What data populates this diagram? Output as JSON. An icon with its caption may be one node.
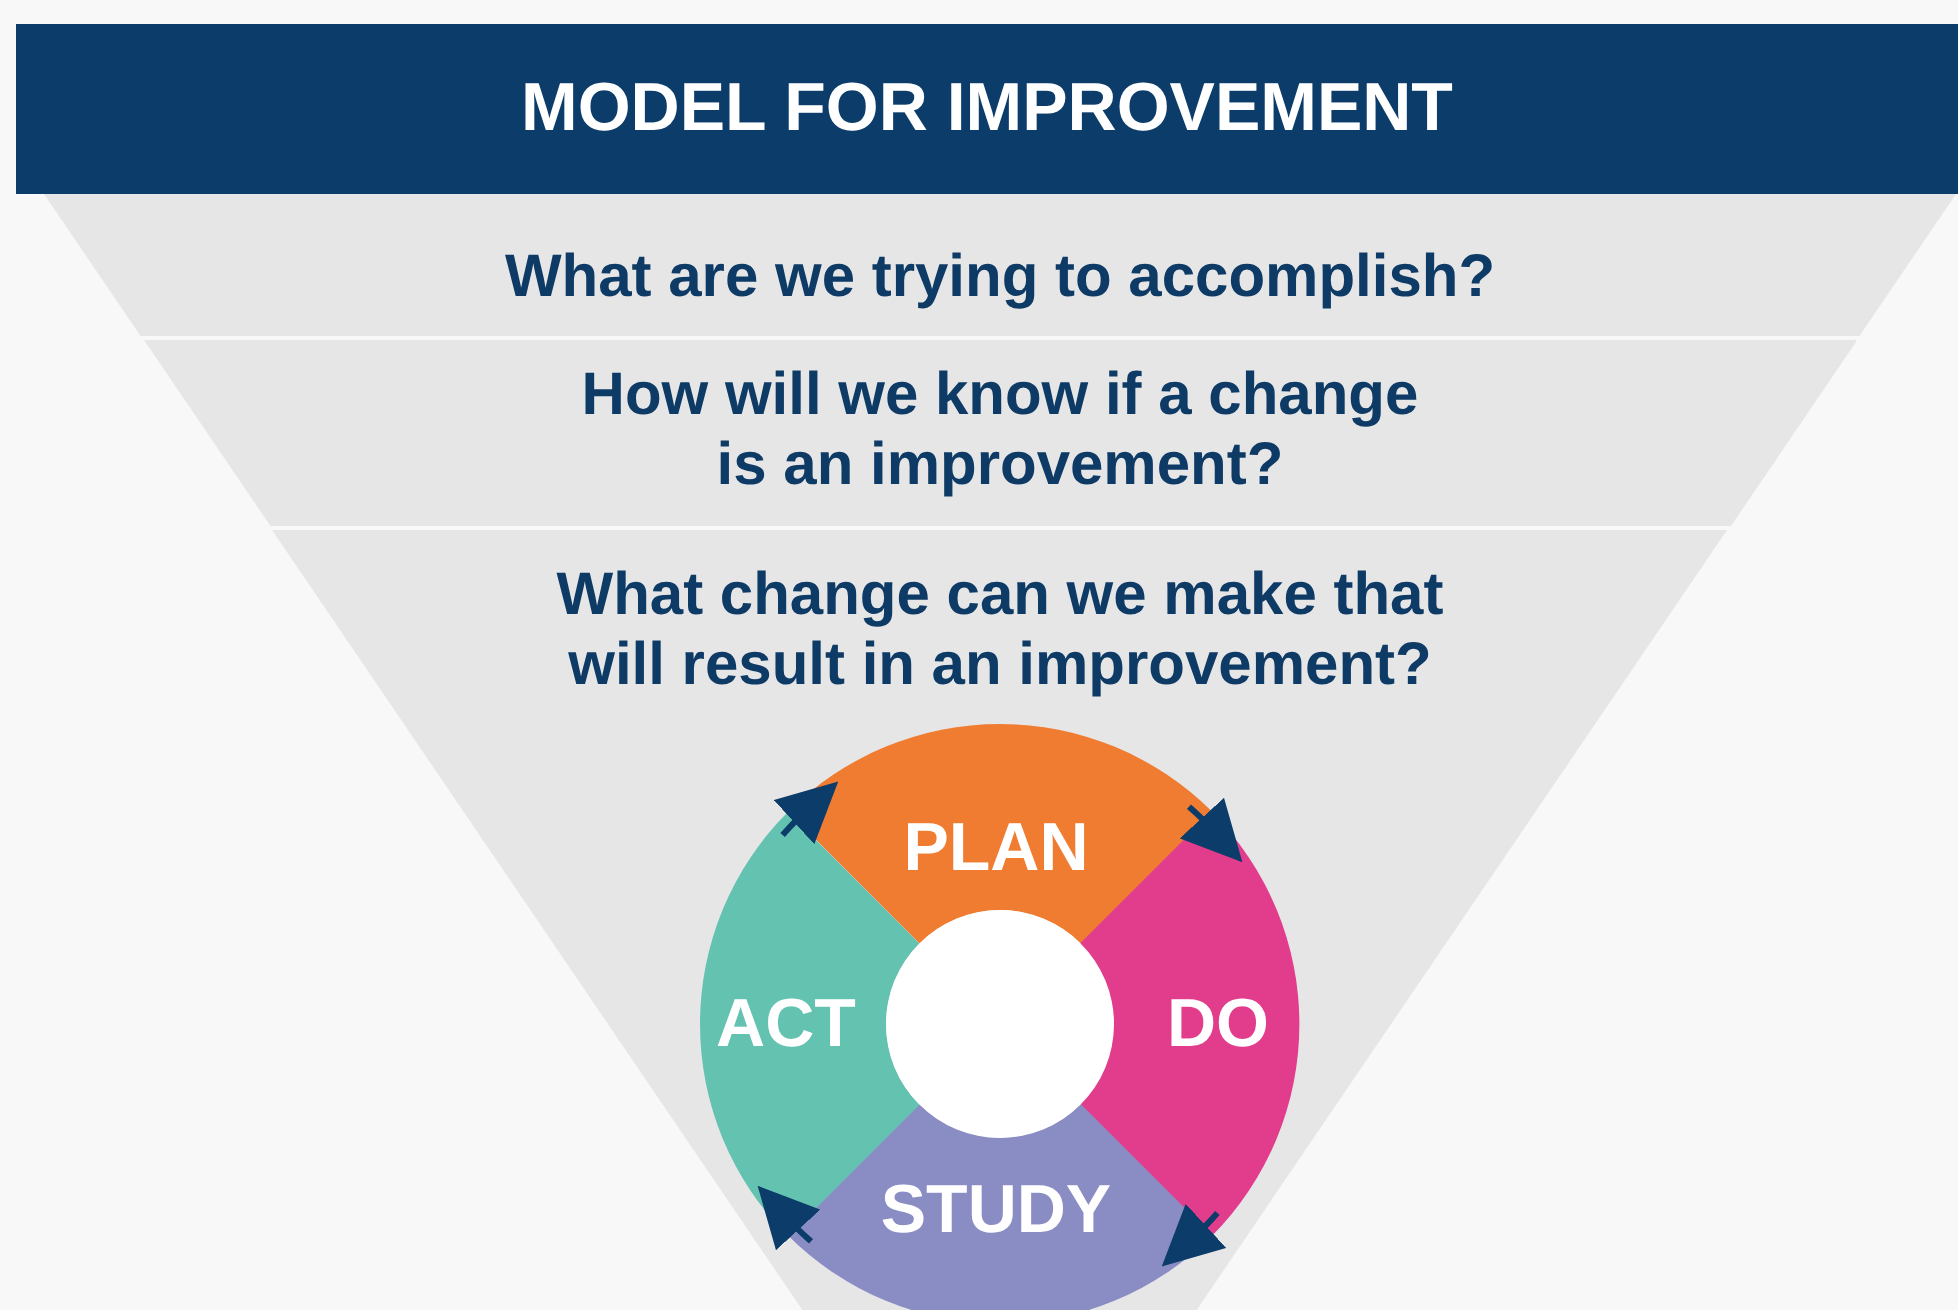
{
  "diagram": {
    "title": "MODEL FOR IMPROVEMENT",
    "nodes": [
      {
        "text": [
          "What are we trying to accomplish?"
        ]
      },
      {
        "text": [
          "How will we know if a change is an improvement?"
        ]
      },
      {
        "text": [
          "What change can we make that will result in an improvement?"
        ]
      },
      {
        "text": [
          "PLAN"
        ],
        "in": 2
      },
      {
        "text": [
          "DO"
        ],
        "in": 2
      },
      {
        "text": [
          "STUDY"
        ],
        "in": 2
      },
      {
        "text": [
          "ACT"
        ],
        "in": 2
      },
      {
        "text": [],
        "shape": "circle",
        "in": 2
      }
    ],
    "edges": [
      {
        "from": 3,
        "to": 4,
        "arrow": "to"
      },
      {
        "from": 4,
        "to": 5,
        "arrow": "to"
      },
      {
        "from": 5,
        "to": 6,
        "arrow": "to"
      },
      {
        "from": 6,
        "to": 3,
        "arrow": "to"
      }
    ]
  }
}
